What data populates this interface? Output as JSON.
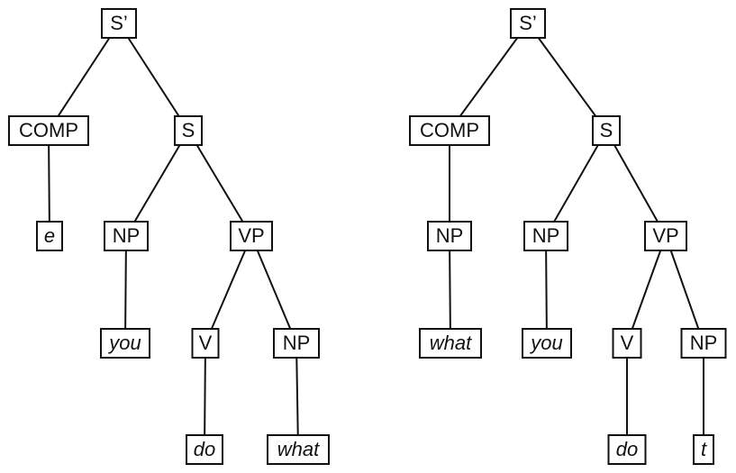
{
  "diagram": {
    "type": "syntax-trees",
    "trees": [
      {
        "name": "left-tree",
        "nodes": [
          {
            "id": "sbar",
            "label": "S’"
          },
          {
            "id": "comp",
            "label": "COMP"
          },
          {
            "id": "s",
            "label": "S"
          },
          {
            "id": "e",
            "label": "e"
          },
          {
            "id": "np_subj",
            "label": "NP"
          },
          {
            "id": "vp",
            "label": "VP"
          },
          {
            "id": "you",
            "label": "you"
          },
          {
            "id": "v",
            "label": "V"
          },
          {
            "id": "np_obj",
            "label": "NP"
          },
          {
            "id": "do",
            "label": "do"
          },
          {
            "id": "what",
            "label": "what"
          }
        ],
        "edges": [
          [
            "sbar",
            "comp"
          ],
          [
            "sbar",
            "s"
          ],
          [
            "comp",
            "e"
          ],
          [
            "s",
            "np_subj"
          ],
          [
            "s",
            "vp"
          ],
          [
            "np_subj",
            "you"
          ],
          [
            "vp",
            "v"
          ],
          [
            "vp",
            "np_obj"
          ],
          [
            "v",
            "do"
          ],
          [
            "np_obj",
            "what"
          ]
        ]
      },
      {
        "name": "right-tree",
        "nodes": [
          {
            "id": "sbar",
            "label": "S’"
          },
          {
            "id": "comp",
            "label": "COMP"
          },
          {
            "id": "s",
            "label": "S"
          },
          {
            "id": "np_comp",
            "label": "NP"
          },
          {
            "id": "np_subj",
            "label": "NP"
          },
          {
            "id": "vp",
            "label": "VP"
          },
          {
            "id": "what",
            "label": "what"
          },
          {
            "id": "you",
            "label": "you"
          },
          {
            "id": "v",
            "label": "V"
          },
          {
            "id": "np_obj",
            "label": "NP"
          },
          {
            "id": "do",
            "label": "do"
          },
          {
            "id": "t",
            "label": "t"
          }
        ],
        "edges": [
          [
            "sbar",
            "comp"
          ],
          [
            "sbar",
            "s"
          ],
          [
            "comp",
            "np_comp"
          ],
          [
            "np_comp",
            "what"
          ],
          [
            "s",
            "np_subj"
          ],
          [
            "s",
            "vp"
          ],
          [
            "np_subj",
            "you"
          ],
          [
            "vp",
            "v"
          ],
          [
            "vp",
            "np_obj"
          ],
          [
            "v",
            "do"
          ],
          [
            "np_obj",
            "t"
          ]
        ]
      }
    ],
    "colors": {
      "line": "#111111",
      "background": "#ffffff",
      "text": "#111111"
    }
  }
}
